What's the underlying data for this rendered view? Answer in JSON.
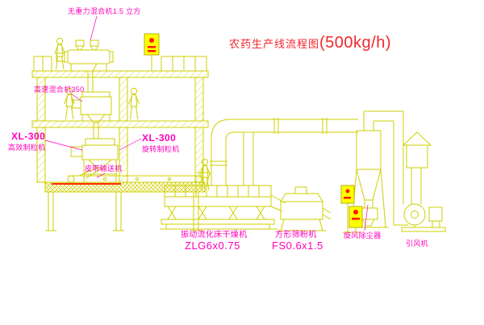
{
  "title": {
    "main": "农药生产线流程图",
    "capacity": "(500kg/h)"
  },
  "labels": {
    "top_mixer": "无重力混合机1.5 立方",
    "high_speed_mixer": "高速混合机350",
    "granulator_left_model": "XL-300",
    "granulator_left_name": "高效制粒机",
    "granulator_mid_model": "XL-300",
    "granulator_mid_name": "旋转制粒机",
    "belt_conveyor": "皮带输送机",
    "dryer_name": "振动流化床干燥机",
    "dryer_model": "ZLG6x0.75",
    "sieve_name": "方形筛粉机",
    "sieve_model": "FS0.6x1.5",
    "cyclone": "旋风除尘器",
    "fan": "引风机"
  },
  "colors": {
    "line": "#cfcf00",
    "label": "#ff00bb",
    "title": "#f2262c",
    "panel_fill": "#ffff00",
    "red_mark": "#ff2a00",
    "background": "#ffffff"
  }
}
